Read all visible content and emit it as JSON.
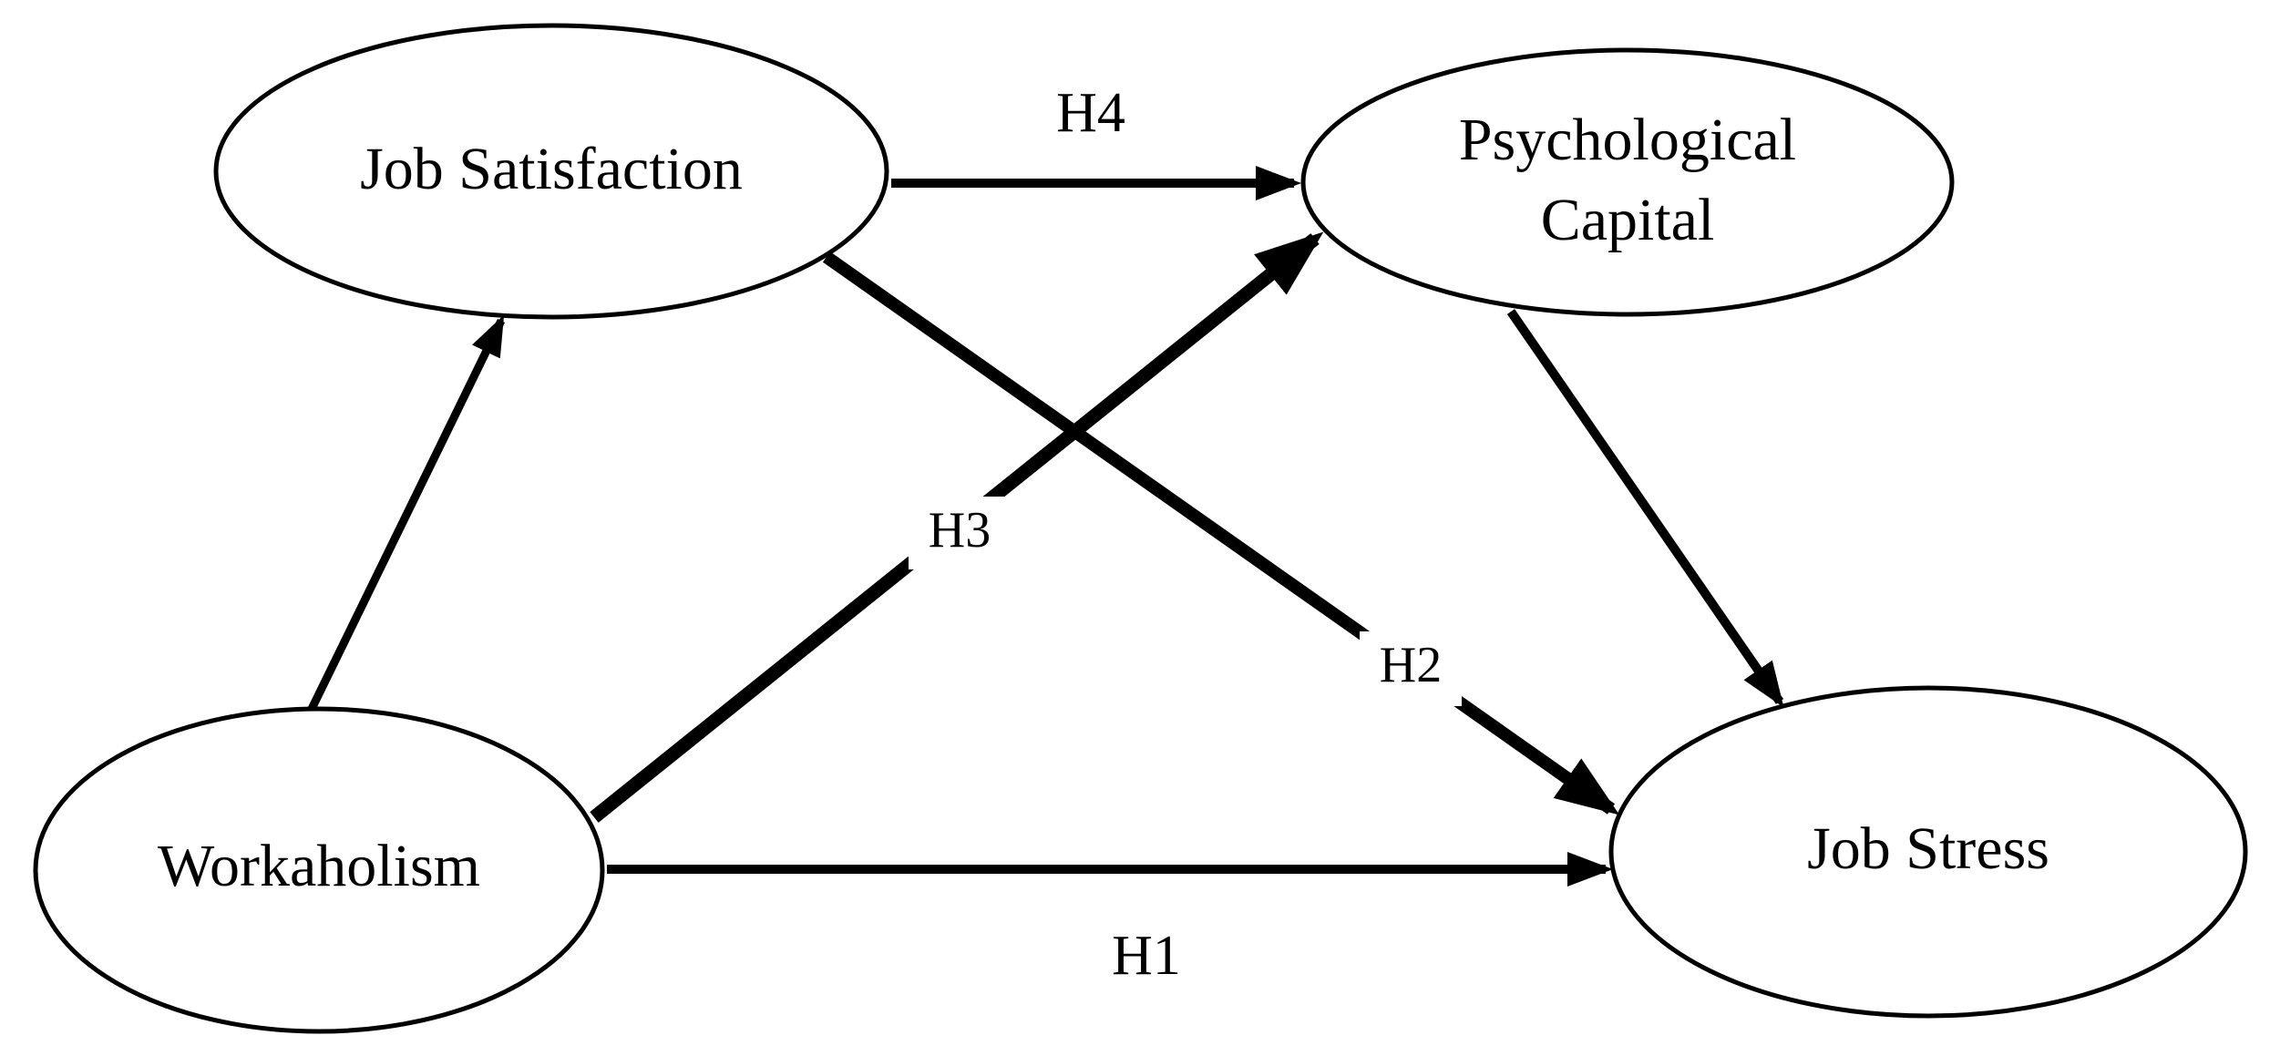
{
  "nodes": {
    "job_satisfaction": {
      "label": "Job Satisfaction"
    },
    "psychological_capital": {
      "label_line1": "Psychological",
      "label_line2": "Capital"
    },
    "workaholism": {
      "label": "Workaholism"
    },
    "job_stress": {
      "label": "Job Stress"
    }
  },
  "edges": {
    "h1": {
      "label": "H1",
      "from": "Workaholism",
      "to": "Job Stress"
    },
    "h2": {
      "label": "H2",
      "from": "Job Satisfaction",
      "to": "Job Stress"
    },
    "h3": {
      "label": "H3",
      "from": "Workaholism",
      "to": "Psychological Capital"
    },
    "h4": {
      "label": "H4",
      "from": "Job Satisfaction",
      "to": "Psychological Capital"
    },
    "workaholism_to_satisfaction": {
      "label": "",
      "from": "Workaholism",
      "to": "Job Satisfaction"
    },
    "capital_to_stress": {
      "label": "",
      "from": "Psychological Capital",
      "to": "Job Stress"
    }
  }
}
